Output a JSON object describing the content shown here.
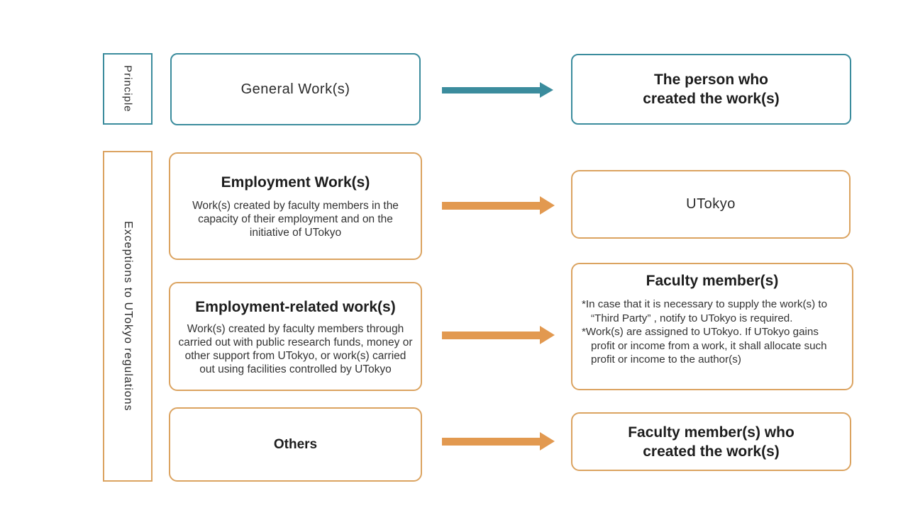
{
  "colors": {
    "teal": "#3B8C9D",
    "orange_border": "#DBA360",
    "orange_arrow": "#E29950",
    "text": "#222222",
    "background": "#FFFFFF"
  },
  "principle": {
    "label": "Principle",
    "source_title": "General Work(s)",
    "target_lines": [
      "The person who",
      "created the work(s)"
    ]
  },
  "exceptions": {
    "label": "Exceptions to UTokyo regulations",
    "items": [
      {
        "source_title": "Employment Work(s)",
        "source_body": "Work(s) created by faculty members in the capacity of their employment and on the initiative of UTokyo",
        "target_title": "UTokyo"
      },
      {
        "source_title": "Employment-related work(s)",
        "source_body": "Work(s) created by faculty members through carried out with public research funds, money or other support from UTokyo, or work(s) carried out using facilities controlled by UTokyo",
        "target_title": "Faculty member(s)",
        "target_notes": [
          "*In case that it is necessary to supply the work(s) to “Third Party” , notify to UTokyo is required.",
          "*Work(s) are assigned to UTokyo. If UTokyo gains profit or income from a work, it shall allocate such profit or income to the author(s)"
        ]
      },
      {
        "source_title": "Others",
        "target_lines": [
          "Faculty member(s) who",
          "created the work(s)"
        ]
      }
    ]
  }
}
